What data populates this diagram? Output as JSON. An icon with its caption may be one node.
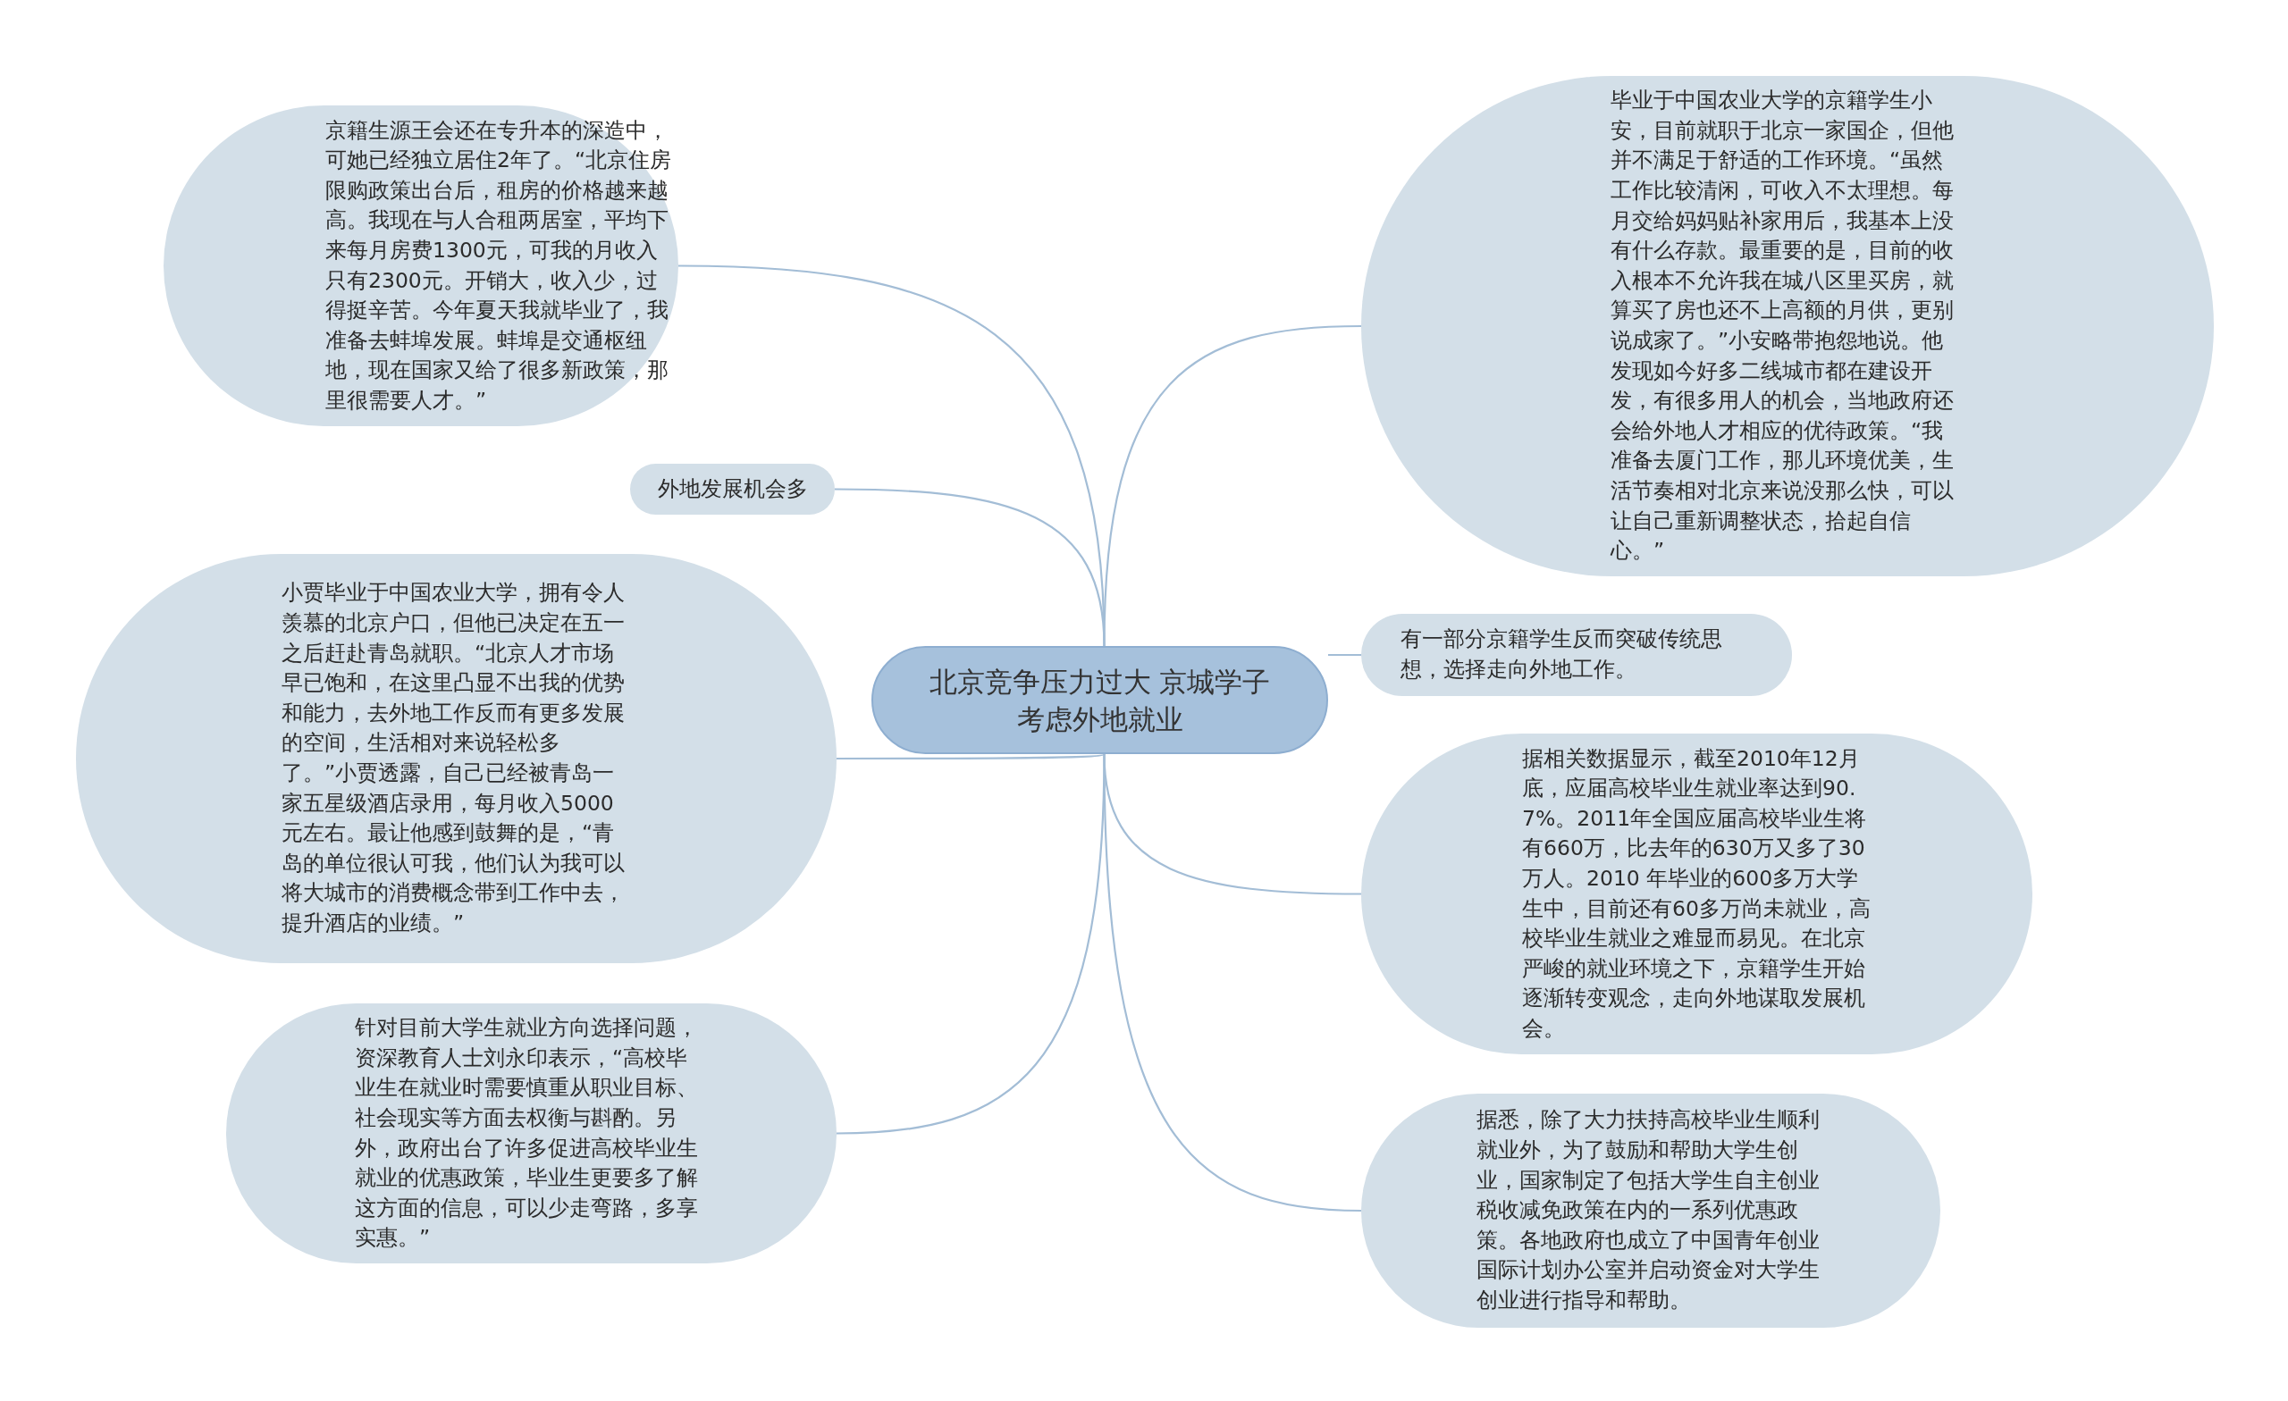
{
  "diagram": {
    "nodes": [
      {
        "text": [
          "北京竞争压力过大 京城学子考虑外地就业"
        ]
      },
      {
        "text": [
          "京籍生源王会还在专升本的深造中，可她已经独立居住2年了。“北京住房限购政策出台后，租房的价格越来越高。我现在与人合租两居室，平均下来每月房费1300元，可我的月收入只有2300元。开销大，收入少，过得挺辛苦。今年夏天我就毕业了，我准备去蚌埠发展。蚌埠是交通枢纽地，现在国家又给了很多新政策，那里很需要人才。”"
        ]
      },
      {
        "text": [
          "外地发展机会多"
        ]
      },
      {
        "text": [
          "小贾毕业于中国农业大学，拥有令人羡慕的北京户口，但他已决定在五一之后赶赴青岛就职。“北京人才市场早已饱和，在这里凸显不出我的优势和能力，去外地工作反而有更多发展的空间，生活相对来说轻松多了。”小贾透露，自己已经被青岛一家五星级酒店录用，每月收入5000元左右。最让他感到鼓舞的是，“青岛的单位很认可我，他们认为我可以将大城市的消费概念带到工作中去，提升酒店的业绩。”"
        ]
      },
      {
        "text": [
          "针对目前大学生就业方向选择问题，资深教育人士刘永印表示，“高校毕业生在就业时需要慎重从职业目标、社会现实等方面去权衡与斟酌。另外，政府出台了许多促进高校毕业生就业的优惠政策，毕业生更要多了解这方面的信息，可以少走弯路，多享实惠。”"
        ]
      },
      {
        "text": [
          "毕业于中国农业大学的京籍学生小安，目前就职于北京一家国企，但他并不满足于舒适的工作环境。“虽然工作比较清闲，可收入不太理想。每月交给妈妈贴补家用后，我基本上没有什么存款。最重要的是，目前的收入根本不允许我在城八区里买房，就算买了房也还不上高额的月供，更别说成家了。”小安略带抱怨地说。他发现如今好多二线城市都在建设开发，有很多用人的机会，当地政府还会给外地人才相应的优待政策。“我准备去厦门工作，那儿环境优美，生活节奏相对北京来说没那么快，可以让自己重新调整状态，拾起自信心。”"
        ]
      },
      {
        "text": [
          "有一部分京籍学生反而突破传统思想，选择走向外地工作。"
        ]
      },
      {
        "text": [
          "据相关数据显示，截至2010年12月底，应届高校毕业生就业率达到90.7%。2011年全国应届高校毕业生将有660万，比去年的630万又多了30万人。2010 年毕业的600多万大学生中，目前还有60多万尚未就业，高校毕业生就业之难显而易见。在北京严峻的就业环境之下，京籍学生开始逐渐转变观念，走向外地谋取发展机会。"
        ]
      },
      {
        "text": [
          "据悉，除了大力扶持高校毕业生顺利就业外，为了鼓励和帮助大学生创业，国家制定了包括大学生自主创业税收减免政策在内的一系列优惠政策。各地政府也成立了中国青年创业国际计划办公室并启动资金对大学生创业进行指导和帮助。"
        ]
      }
    ],
    "edges": [
      {
        "from": 0,
        "to": 1,
        "arrow": "none"
      },
      {
        "from": 0,
        "to": 2,
        "arrow": "none"
      },
      {
        "from": 0,
        "to": 3,
        "arrow": "none"
      },
      {
        "from": 0,
        "to": 4,
        "arrow": "none"
      },
      {
        "from": 0,
        "to": 5,
        "arrow": "none"
      },
      {
        "from": 0,
        "to": 6,
        "arrow": "none"
      },
      {
        "from": 0,
        "to": 7,
        "arrow": "none"
      },
      {
        "from": 0,
        "to": 8,
        "arrow": "none"
      }
    ]
  }
}
